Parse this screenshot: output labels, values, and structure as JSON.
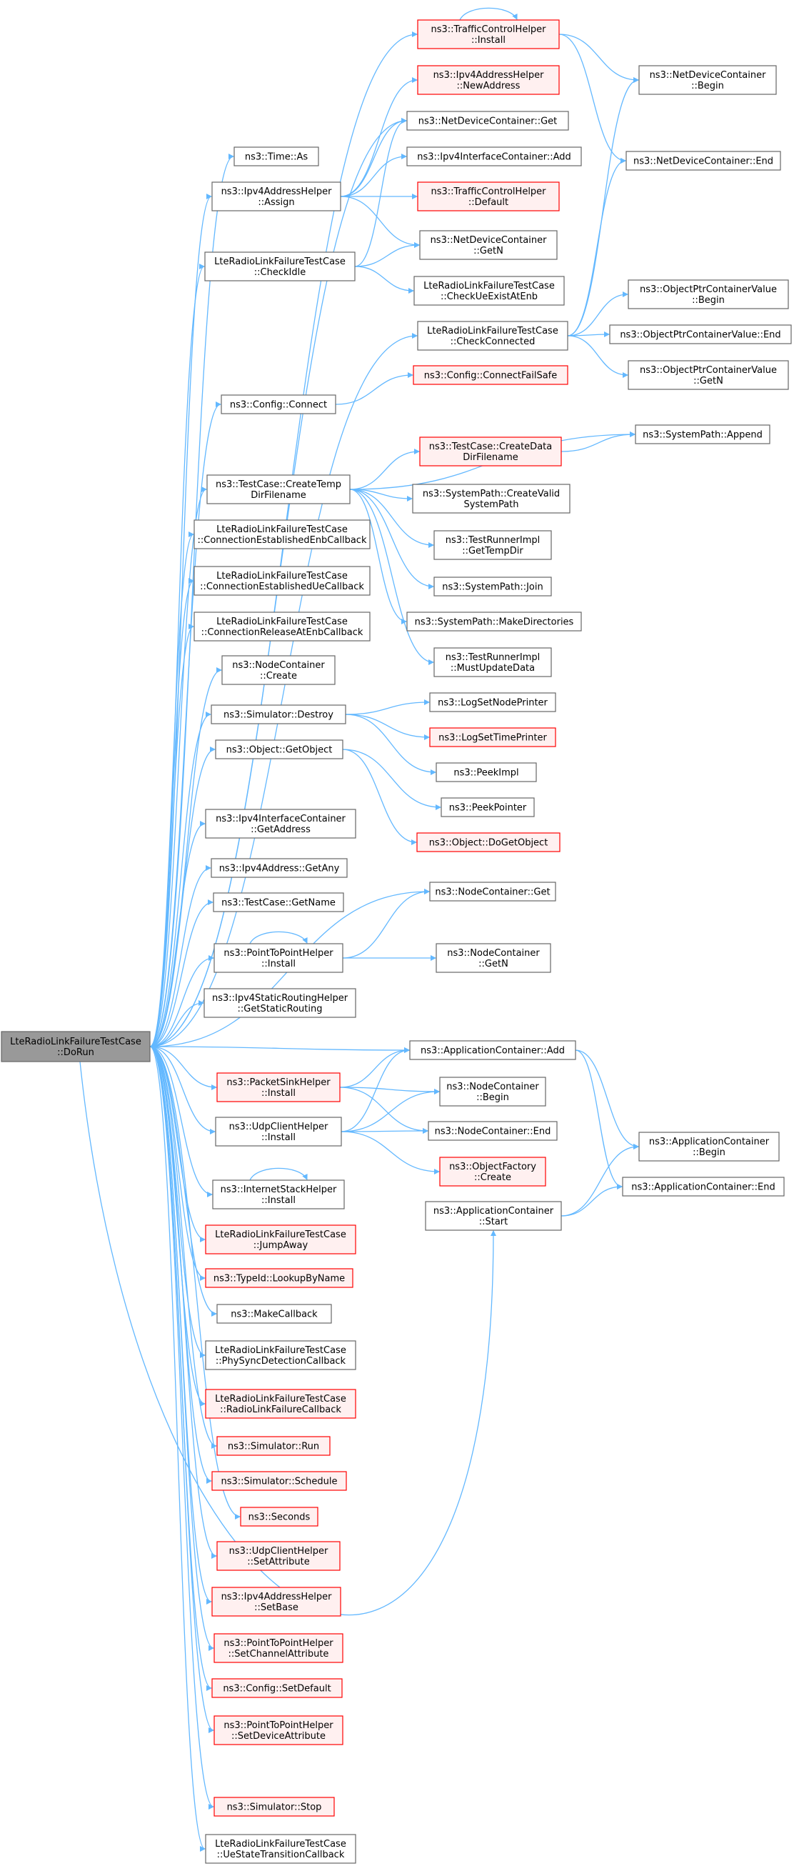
{
  "diagram": {
    "type": "call-graph",
    "root": "n_dorun",
    "nodes": [
      {
        "id": "n_dorun",
        "lines": [
          "LteRadioLinkFailureTestCase",
          "::DoRun"
        ],
        "style": "root"
      },
      {
        "id": "n_tch_install",
        "lines": [
          "ns3::TrafficControlHelper",
          "::Install"
        ],
        "style": "red"
      },
      {
        "id": "n_ndc_begin",
        "lines": [
          "ns3::NetDeviceContainer",
          "::Begin"
        ],
        "style": "normal"
      },
      {
        "id": "n_ipv4ah_newaddress",
        "lines": [
          "ns3::Ipv4AddressHelper",
          "::NewAddress"
        ],
        "style": "red"
      },
      {
        "id": "n_ndc_get",
        "lines": [
          "ns3::NetDeviceContainer::Get"
        ],
        "style": "normal"
      },
      {
        "id": "n_ndc_end",
        "lines": [
          "ns3::NetDeviceContainer::End"
        ],
        "style": "normal"
      },
      {
        "id": "n_time_as",
        "lines": [
          "ns3::Time::As"
        ],
        "style": "normal"
      },
      {
        "id": "n_ipv4ic_add",
        "lines": [
          "ns3::Ipv4InterfaceContainer::Add"
        ],
        "style": "normal"
      },
      {
        "id": "n_ipv4ah_assign",
        "lines": [
          "ns3::Ipv4AddressHelper",
          "::Assign"
        ],
        "style": "normal"
      },
      {
        "id": "n_tch_default",
        "lines": [
          "ns3::TrafficControlHelper",
          "::Default"
        ],
        "style": "red"
      },
      {
        "id": "n_checkidle",
        "lines": [
          "LteRadioLinkFailureTestCase",
          "::CheckIdle"
        ],
        "style": "normal"
      },
      {
        "id": "n_ndc_getn",
        "lines": [
          "ns3::NetDeviceContainer",
          "::GetN"
        ],
        "style": "normal"
      },
      {
        "id": "n_checkueexist",
        "lines": [
          "LteRadioLinkFailureTestCase",
          "::CheckUeExistAtEnb"
        ],
        "style": "normal"
      },
      {
        "id": "n_opcv_begin",
        "lines": [
          "ns3::ObjectPtrContainerValue",
          "::Begin"
        ],
        "style": "normal"
      },
      {
        "id": "n_checkconnected",
        "lines": [
          "LteRadioLinkFailureTestCase",
          "::CheckConnected"
        ],
        "style": "normal"
      },
      {
        "id": "n_opcv_end",
        "lines": [
          "ns3::ObjectPtrContainerValue::End"
        ],
        "style": "normal"
      },
      {
        "id": "n_opcv_getn",
        "lines": [
          "ns3::ObjectPtrContainerValue",
          "::GetN"
        ],
        "style": "normal"
      },
      {
        "id": "n_config_connectfailsafe",
        "lines": [
          "ns3::Config::ConnectFailSafe"
        ],
        "style": "red"
      },
      {
        "id": "n_config_connect",
        "lines": [
          "ns3::Config::Connect"
        ],
        "style": "normal"
      },
      {
        "id": "n_sp_append",
        "lines": [
          "ns3::SystemPath::Append"
        ],
        "style": "normal"
      },
      {
        "id": "n_tc_createdatadir",
        "lines": [
          "ns3::TestCase::CreateData",
          "DirFilename"
        ],
        "style": "red"
      },
      {
        "id": "n_tc_createtempdir",
        "lines": [
          "ns3::TestCase::CreateTemp",
          "DirFilename"
        ],
        "style": "normal"
      },
      {
        "id": "n_sp_createvalid",
        "lines": [
          "ns3::SystemPath::CreateValid",
          "SystemPath"
        ],
        "style": "normal"
      },
      {
        "id": "n_conn_est_enb",
        "lines": [
          "LteRadioLinkFailureTestCase",
          "::ConnectionEstablishedEnbCallback"
        ],
        "style": "normal"
      },
      {
        "id": "n_tri_gettempdir",
        "lines": [
          "ns3::TestRunnerImpl",
          "::GetTempDir"
        ],
        "style": "normal"
      },
      {
        "id": "n_conn_est_ue",
        "lines": [
          "LteRadioLinkFailureTestCase",
          "::ConnectionEstablishedUeCallback"
        ],
        "style": "normal"
      },
      {
        "id": "n_sp_join",
        "lines": [
          "ns3::SystemPath::Join"
        ],
        "style": "normal"
      },
      {
        "id": "n_conn_rel_enb",
        "lines": [
          "LteRadioLinkFailureTestCase",
          "::ConnectionReleaseAtEnbCallback"
        ],
        "style": "normal"
      },
      {
        "id": "n_sp_makedirs",
        "lines": [
          "ns3::SystemPath::MakeDirectories"
        ],
        "style": "normal"
      },
      {
        "id": "n_tri_mustupdate",
        "lines": [
          "ns3::TestRunnerImpl",
          "::MustUpdateData"
        ],
        "style": "normal"
      },
      {
        "id": "n_nc_create",
        "lines": [
          "ns3::NodeContainer",
          "::Create"
        ],
        "style": "normal"
      },
      {
        "id": "n_log_nodeprinter",
        "lines": [
          "ns3::LogSetNodePrinter"
        ],
        "style": "normal"
      },
      {
        "id": "n_sim_destroy",
        "lines": [
          "ns3::Simulator::Destroy"
        ],
        "style": "normal"
      },
      {
        "id": "n_log_timeprinter",
        "lines": [
          "ns3::LogSetTimePrinter"
        ],
        "style": "red"
      },
      {
        "id": "n_obj_getobject",
        "lines": [
          "ns3::Object::GetObject"
        ],
        "style": "normal"
      },
      {
        "id": "n_peekimpl",
        "lines": [
          "ns3::PeekImpl"
        ],
        "style": "normal"
      },
      {
        "id": "n_peekpointer",
        "lines": [
          "ns3::PeekPointer"
        ],
        "style": "normal"
      },
      {
        "id": "n_ipv4ic_getaddress",
        "lines": [
          "ns3::Ipv4InterfaceContainer",
          "::GetAddress"
        ],
        "style": "normal"
      },
      {
        "id": "n_obj_dogetobject",
        "lines": [
          "ns3::Object::DoGetObject"
        ],
        "style": "red"
      },
      {
        "id": "n_ipv4a_getany",
        "lines": [
          "ns3::Ipv4Address::GetAny"
        ],
        "style": "normal"
      },
      {
        "id": "n_nc_get",
        "lines": [
          "ns3::NodeContainer::Get"
        ],
        "style": "normal"
      },
      {
        "id": "n_tc_getname",
        "lines": [
          "ns3::TestCase::GetName"
        ],
        "style": "normal"
      },
      {
        "id": "n_p2p_install",
        "lines": [
          "ns3::PointToPointHelper",
          "::Install"
        ],
        "style": "normal"
      },
      {
        "id": "n_nc_getn",
        "lines": [
          "ns3::NodeContainer",
          "::GetN"
        ],
        "style": "normal"
      },
      {
        "id": "n_ipv4srh_getstatic",
        "lines": [
          "ns3::Ipv4StaticRoutingHelper",
          "::GetStaticRouting"
        ],
        "style": "normal"
      },
      {
        "id": "n_ac_add",
        "lines": [
          "ns3::ApplicationContainer::Add"
        ],
        "style": "normal"
      },
      {
        "id": "n_psh_install",
        "lines": [
          "ns3::PacketSinkHelper",
          "::Install"
        ],
        "style": "red"
      },
      {
        "id": "n_nc_begin",
        "lines": [
          "ns3::NodeContainer",
          "::Begin"
        ],
        "style": "normal"
      },
      {
        "id": "n_ac_begin",
        "lines": [
          "ns3::ApplicationContainer",
          "::Begin"
        ],
        "style": "normal"
      },
      {
        "id": "n_uch_install",
        "lines": [
          "ns3::UdpClientHelper",
          "::Install"
        ],
        "style": "normal"
      },
      {
        "id": "n_nc_end",
        "lines": [
          "ns3::NodeContainer::End"
        ],
        "style": "normal"
      },
      {
        "id": "n_of_create",
        "lines": [
          "ns3::ObjectFactory",
          "::Create"
        ],
        "style": "red"
      },
      {
        "id": "n_ac_end",
        "lines": [
          "ns3::ApplicationContainer::End"
        ],
        "style": "normal"
      },
      {
        "id": "n_ish_install",
        "lines": [
          "ns3::InternetStackHelper",
          "::Install"
        ],
        "style": "normal"
      },
      {
        "id": "n_ac_start",
        "lines": [
          "ns3::ApplicationContainer",
          "::Start"
        ],
        "style": "normal"
      },
      {
        "id": "n_jumpaway",
        "lines": [
          "LteRadioLinkFailureTestCase",
          "::JumpAway"
        ],
        "style": "red"
      },
      {
        "id": "n_typeid_lookup",
        "lines": [
          "ns3::TypeId::LookupByName"
        ],
        "style": "red"
      },
      {
        "id": "n_makecallback",
        "lines": [
          "ns3::MakeCallback"
        ],
        "style": "normal"
      },
      {
        "id": "n_physync",
        "lines": [
          "LteRadioLinkFailureTestCase",
          "::PhySyncDetectionCallback"
        ],
        "style": "normal"
      },
      {
        "id": "n_rlf_cb",
        "lines": [
          "LteRadioLinkFailureTestCase",
          "::RadioLinkFailureCallback"
        ],
        "style": "red"
      },
      {
        "id": "n_sim_run",
        "lines": [
          "ns3::Simulator::Run"
        ],
        "style": "red"
      },
      {
        "id": "n_sim_schedule",
        "lines": [
          "ns3::Simulator::Schedule"
        ],
        "style": "red"
      },
      {
        "id": "n_seconds",
        "lines": [
          "ns3::Seconds"
        ],
        "style": "red"
      },
      {
        "id": "n_uch_setattr",
        "lines": [
          "ns3::UdpClientHelper",
          "::SetAttribute"
        ],
        "style": "red"
      },
      {
        "id": "n_ipv4ah_setbase",
        "lines": [
          "ns3::Ipv4AddressHelper",
          "::SetBase"
        ],
        "style": "red"
      },
      {
        "id": "n_p2p_setchannel",
        "lines": [
          "ns3::PointToPointHelper",
          "::SetChannelAttribute"
        ],
        "style": "red"
      },
      {
        "id": "n_config_setdefault",
        "lines": [
          "ns3::Config::SetDefault"
        ],
        "style": "red"
      },
      {
        "id": "n_p2p_setdevice",
        "lines": [
          "ns3::PointToPointHelper",
          "::SetDeviceAttribute"
        ],
        "style": "red"
      },
      {
        "id": "n_sim_stop",
        "lines": [
          "ns3::Simulator::Stop"
        ],
        "style": "red"
      },
      {
        "id": "n_uestate",
        "lines": [
          "LteRadioLinkFailureTestCase",
          "::UeStateTransitionCallback"
        ],
        "style": "normal"
      }
    ],
    "edges": [
      [
        "n_dorun",
        "n_time_as"
      ],
      [
        "n_dorun",
        "n_ipv4ah_assign"
      ],
      [
        "n_dorun",
        "n_checkidle"
      ],
      [
        "n_dorun",
        "n_checkconnected"
      ],
      [
        "n_dorun",
        "n_config_connect"
      ],
      [
        "n_dorun",
        "n_tc_createtempdir"
      ],
      [
        "n_dorun",
        "n_conn_est_enb"
      ],
      [
        "n_dorun",
        "n_conn_est_ue"
      ],
      [
        "n_dorun",
        "n_conn_rel_enb"
      ],
      [
        "n_dorun",
        "n_nc_create"
      ],
      [
        "n_dorun",
        "n_sim_destroy"
      ],
      [
        "n_dorun",
        "n_obj_getobject"
      ],
      [
        "n_dorun",
        "n_ipv4ic_getaddress"
      ],
      [
        "n_dorun",
        "n_ipv4a_getany"
      ],
      [
        "n_dorun",
        "n_nc_get"
      ],
      [
        "n_dorun",
        "n_tc_getname"
      ],
      [
        "n_dorun",
        "n_p2p_install"
      ],
      [
        "n_dorun",
        "n_ipv4srh_getstatic"
      ],
      [
        "n_dorun",
        "n_ac_add"
      ],
      [
        "n_dorun",
        "n_psh_install"
      ],
      [
        "n_dorun",
        "n_uch_install"
      ],
      [
        "n_dorun",
        "n_ish_install"
      ],
      [
        "n_dorun",
        "n_ac_start"
      ],
      [
        "n_dorun",
        "n_jumpaway"
      ],
      [
        "n_dorun",
        "n_typeid_lookup"
      ],
      [
        "n_dorun",
        "n_makecallback"
      ],
      [
        "n_dorun",
        "n_physync"
      ],
      [
        "n_dorun",
        "n_rlf_cb"
      ],
      [
        "n_dorun",
        "n_sim_run"
      ],
      [
        "n_dorun",
        "n_sim_schedule"
      ],
      [
        "n_dorun",
        "n_seconds"
      ],
      [
        "n_dorun",
        "n_uch_setattr"
      ],
      [
        "n_dorun",
        "n_ipv4ah_setbase"
      ],
      [
        "n_dorun",
        "n_p2p_setchannel"
      ],
      [
        "n_dorun",
        "n_config_setdefault"
      ],
      [
        "n_dorun",
        "n_p2p_setdevice"
      ],
      [
        "n_dorun",
        "n_sim_stop"
      ],
      [
        "n_dorun",
        "n_uestate"
      ],
      [
        "n_dorun",
        "n_ndc_get"
      ],
      [
        "n_dorun",
        "n_tch_install"
      ],
      [
        "n_tch_install",
        "n_tch_install"
      ],
      [
        "n_tch_install",
        "n_ndc_begin"
      ],
      [
        "n_tch_install",
        "n_ndc_end"
      ],
      [
        "n_ipv4ah_assign",
        "n_ipv4ah_newaddress"
      ],
      [
        "n_ipv4ah_assign",
        "n_ndc_get"
      ],
      [
        "n_ipv4ah_assign",
        "n_ipv4ic_add"
      ],
      [
        "n_ipv4ah_assign",
        "n_tch_default"
      ],
      [
        "n_ipv4ah_assign",
        "n_ndc_getn"
      ],
      [
        "n_checkidle",
        "n_ndc_get"
      ],
      [
        "n_checkidle",
        "n_ndc_getn"
      ],
      [
        "n_checkidle",
        "n_checkueexist"
      ],
      [
        "n_checkconnected",
        "n_ndc_begin"
      ],
      [
        "n_checkconnected",
        "n_ndc_end"
      ],
      [
        "n_checkconnected",
        "n_opcv_begin"
      ],
      [
        "n_checkconnected",
        "n_opcv_end"
      ],
      [
        "n_checkconnected",
        "n_opcv_getn"
      ],
      [
        "n_config_connect",
        "n_config_connectfailsafe"
      ],
      [
        "n_tc_createtempdir",
        "n_sp_append"
      ],
      [
        "n_tc_createtempdir",
        "n_tc_createdatadir"
      ],
      [
        "n_tc_createtempdir",
        "n_sp_createvalid"
      ],
      [
        "n_tc_createtempdir",
        "n_tri_gettempdir"
      ],
      [
        "n_tc_createtempdir",
        "n_sp_join"
      ],
      [
        "n_tc_createtempdir",
        "n_sp_makedirs"
      ],
      [
        "n_tc_createtempdir",
        "n_tri_mustupdate"
      ],
      [
        "n_tc_createdatadir",
        "n_sp_append"
      ],
      [
        "n_sim_destroy",
        "n_log_nodeprinter"
      ],
      [
        "n_sim_destroy",
        "n_log_timeprinter"
      ],
      [
        "n_sim_destroy",
        "n_peekimpl"
      ],
      [
        "n_obj_getobject",
        "n_peekpointer"
      ],
      [
        "n_obj_getobject",
        "n_obj_dogetobject"
      ],
      [
        "n_p2p_install",
        "n_p2p_install"
      ],
      [
        "n_p2p_install",
        "n_nc_get"
      ],
      [
        "n_p2p_install",
        "n_nc_getn"
      ],
      [
        "n_ac_add",
        "n_ac_begin"
      ],
      [
        "n_ac_add",
        "n_ac_end"
      ],
      [
        "n_psh_install",
        "n_ac_add"
      ],
      [
        "n_psh_install",
        "n_nc_begin"
      ],
      [
        "n_psh_install",
        "n_nc_end"
      ],
      [
        "n_uch_install",
        "n_ac_add"
      ],
      [
        "n_uch_install",
        "n_nc_begin"
      ],
      [
        "n_uch_install",
        "n_nc_end"
      ],
      [
        "n_uch_install",
        "n_of_create"
      ],
      [
        "n_ish_install",
        "n_ish_install"
      ],
      [
        "n_ac_start",
        "n_ac_begin"
      ],
      [
        "n_ac_start",
        "n_ac_end"
      ]
    ]
  }
}
